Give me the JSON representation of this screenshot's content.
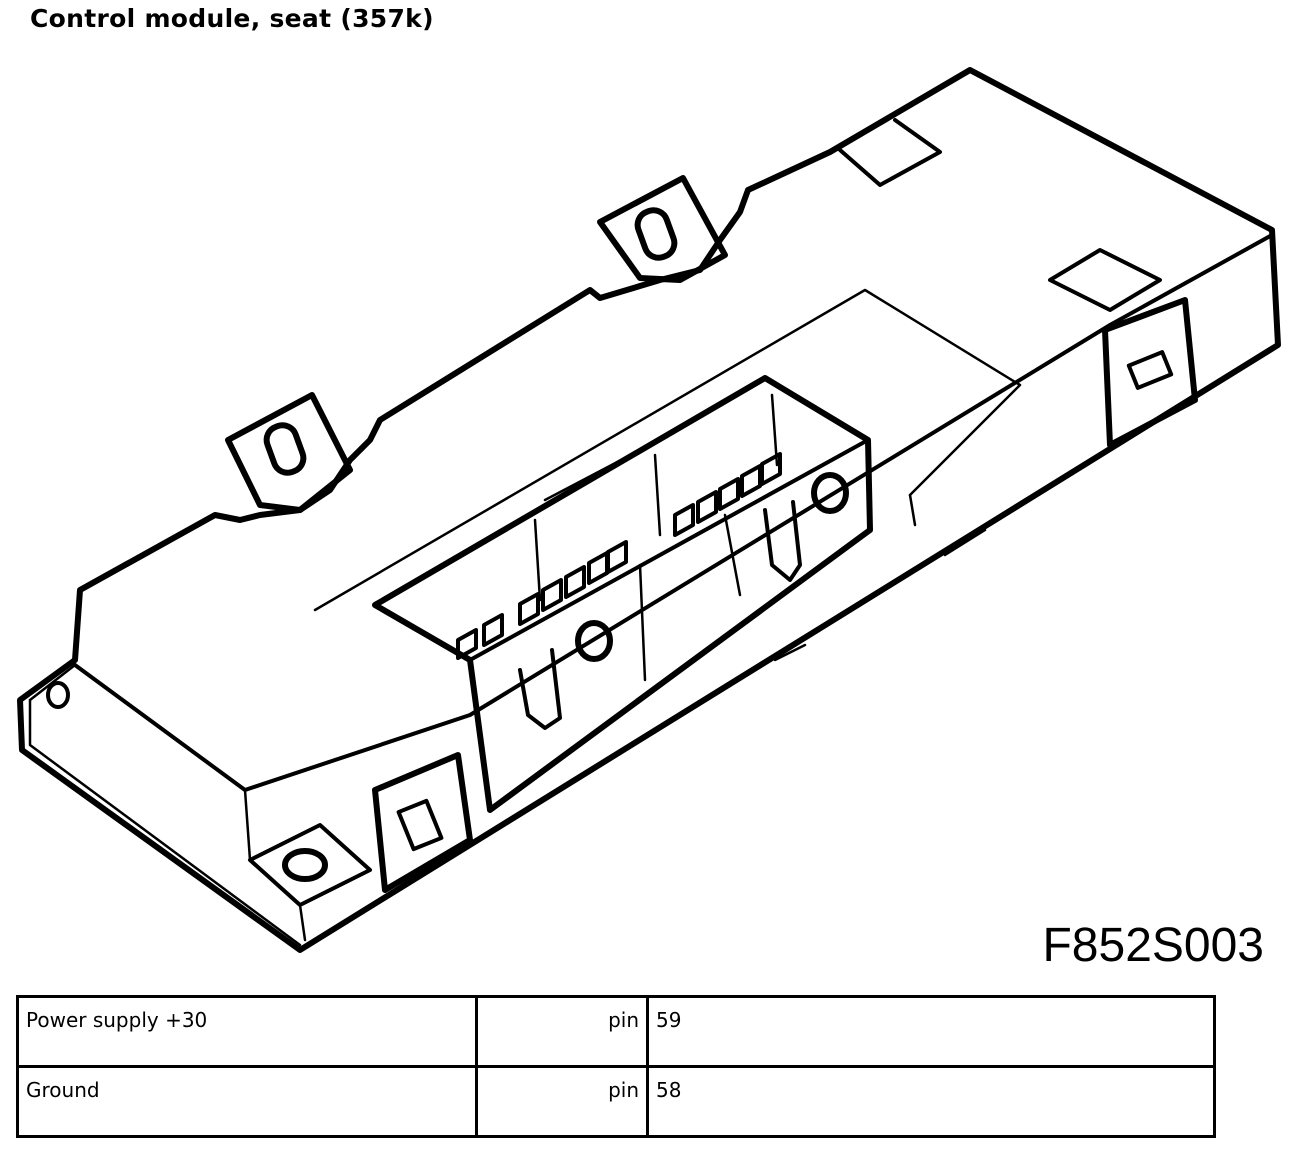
{
  "title": "Control module, seat (357k)",
  "figure_code": "F852S003",
  "rows": [
    {
      "signal": "Power supply +30",
      "pin_label": "pin",
      "pin": "59"
    },
    {
      "signal": "Ground",
      "pin_label": "pin",
      "pin": "58"
    }
  ]
}
